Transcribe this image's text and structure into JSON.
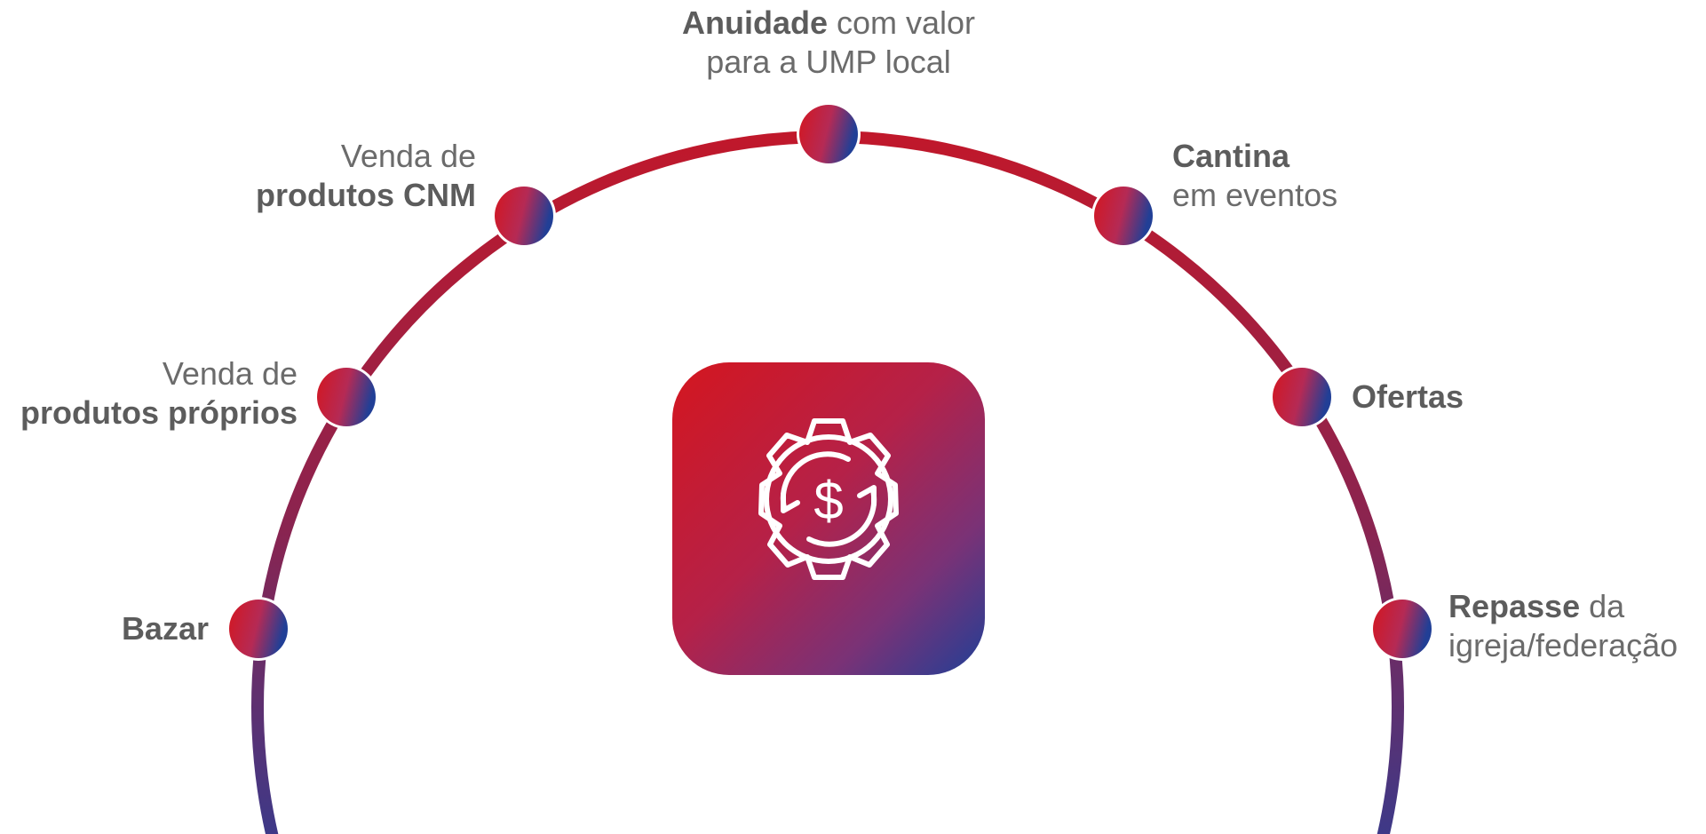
{
  "colors": {
    "red": "#d4161f",
    "purple": "#7a2e6e",
    "blue": "#213f96",
    "text": "#6b6b6b"
  },
  "center_icon": {
    "icon": "gear-dollar-cycle-icon",
    "symbol": "$"
  },
  "nodes": [
    {
      "id": "anuidade",
      "bold": "Anuidade",
      "rest": " com valor",
      "line2": "para a UMP local"
    },
    {
      "id": "venda-cnm",
      "line1": "Venda de",
      "bold2": "produtos CNM"
    },
    {
      "id": "cantina",
      "bold": "Cantina",
      "line2": "em eventos"
    },
    {
      "id": "venda-proprios",
      "line1": "Venda de",
      "bold2": "produtos próprios"
    },
    {
      "id": "ofertas",
      "bold": "Ofertas"
    },
    {
      "id": "bazar",
      "bold": "Bazar"
    },
    {
      "id": "repasse",
      "bold": "Repasse",
      "rest": " da",
      "line2": "igreja/federação"
    }
  ]
}
